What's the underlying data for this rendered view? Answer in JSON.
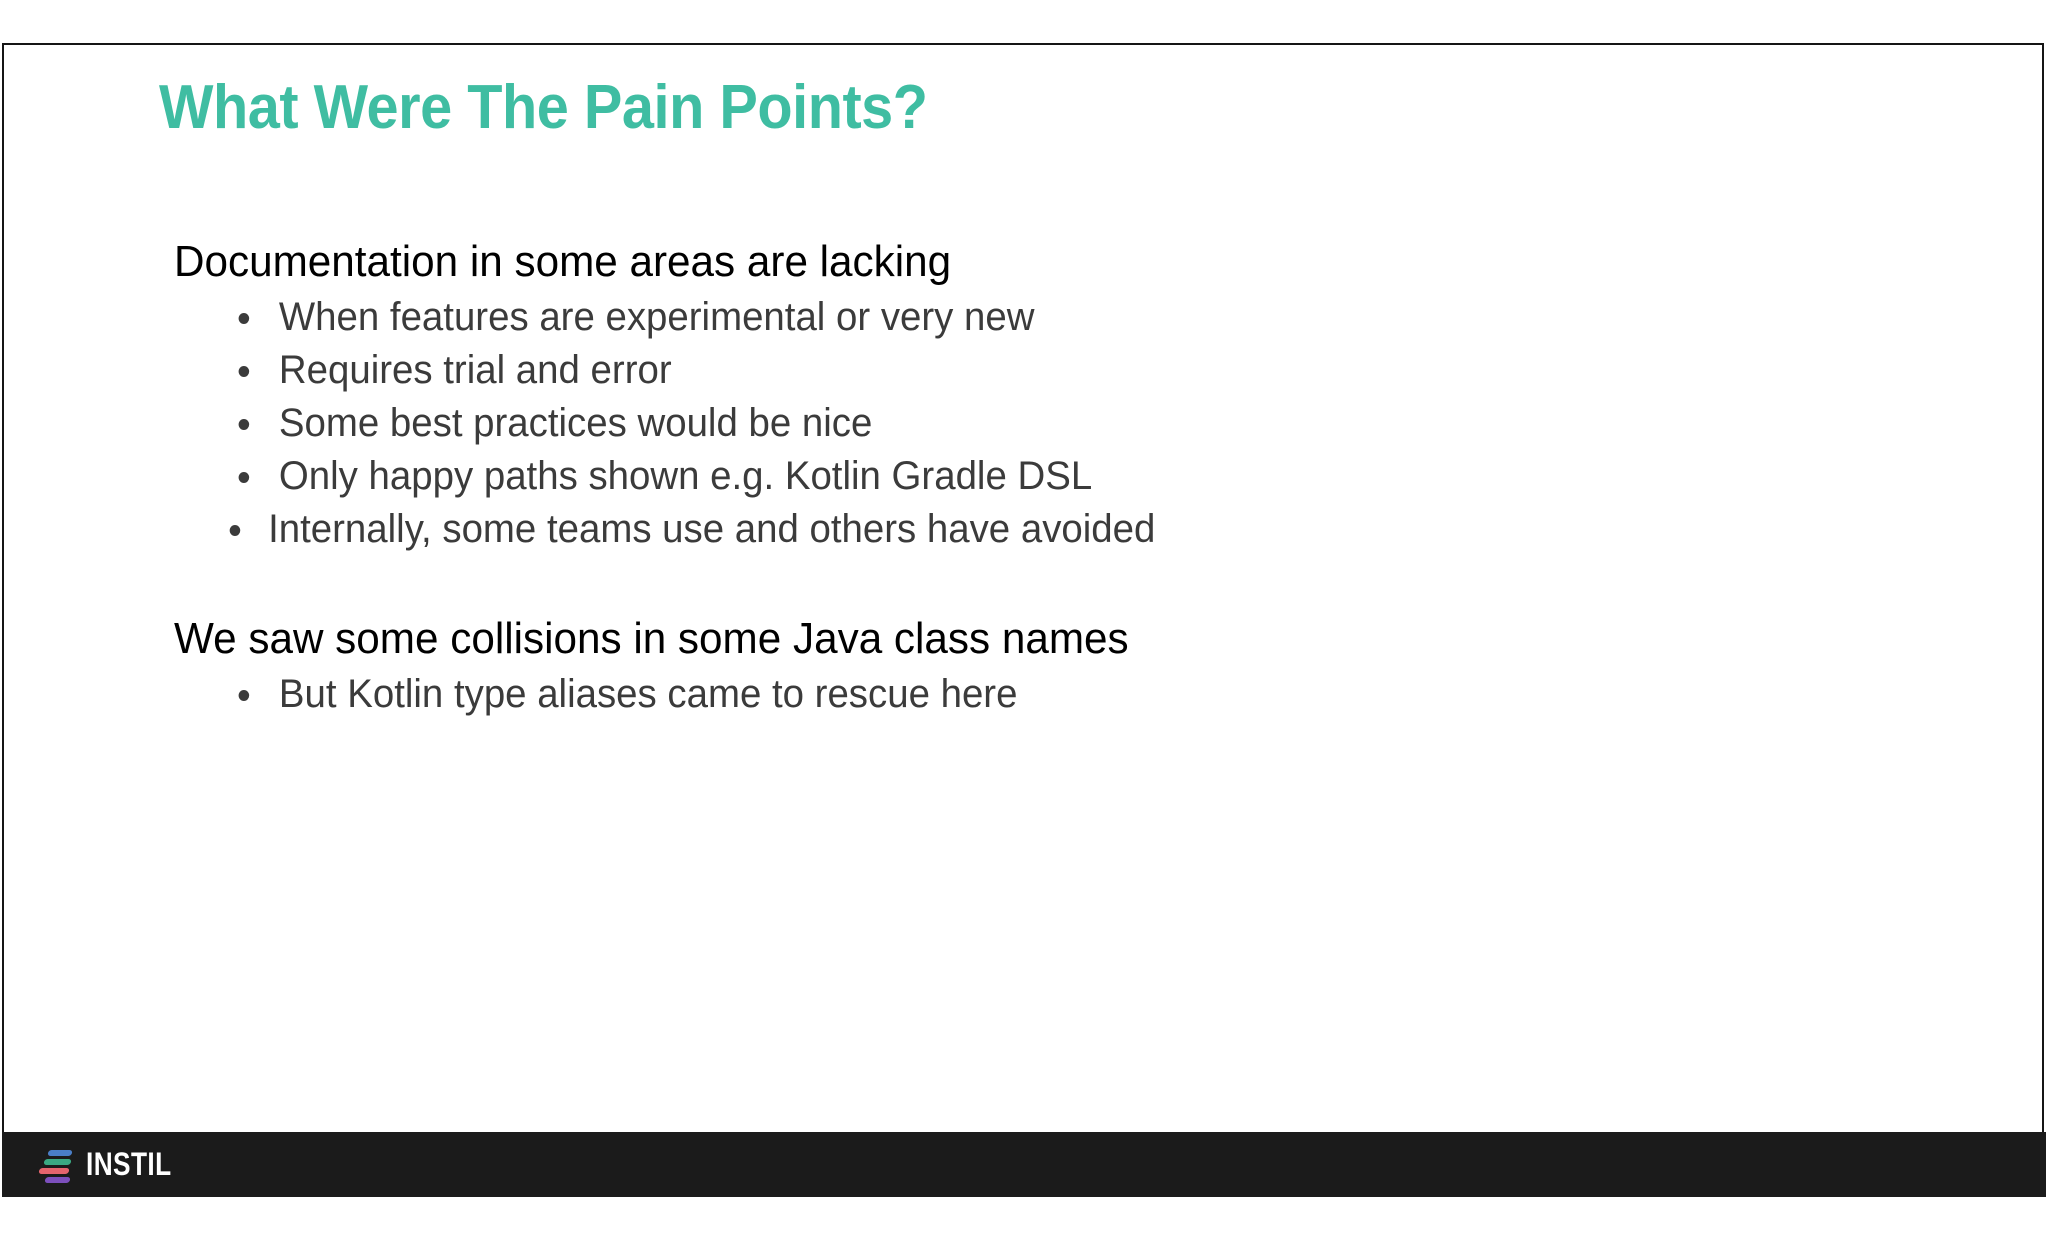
{
  "slide": {
    "title": "What Were The Pain Points?",
    "title_color": "#3fbda2",
    "background_color": "#ffffff",
    "border_color": "#151515",
    "groups": [
      {
        "heading": "Documentation in some areas are lacking",
        "bullets": [
          {
            "text": "When features are experimental or very new",
            "sub": []
          },
          {
            "text": "Requires trial and error",
            "sub": []
          },
          {
            "text": "Some best practices would be nice",
            "sub": []
          },
          {
            "text": "Only happy paths shown e.g. Kotlin Gradle DSL",
            "sub": [
              "Internally, some teams use and others have avoided"
            ]
          }
        ]
      },
      {
        "heading": "We saw some collisions in some Java class names",
        "bullets": [
          {
            "text": "But Kotlin type aliases came to rescue here",
            "sub": []
          }
        ]
      }
    ]
  },
  "footer": {
    "background_color": "#1b1b1b",
    "brand_name": "INSTIL",
    "brand_name_color": "#ffffff",
    "logo_bar_colors": [
      "#4a7ec7",
      "#3aa882",
      "#e4646d",
      "#7c4fbc"
    ]
  }
}
